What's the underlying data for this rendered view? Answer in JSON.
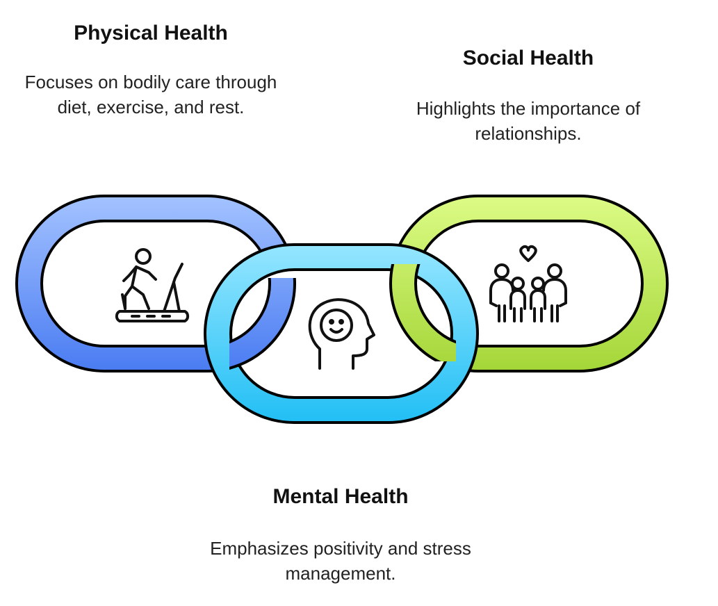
{
  "physical": {
    "title": "Physical Health",
    "description": "Focuses on bodily care through diet, exercise, and rest.",
    "icon": "treadmill-icon",
    "colors": [
      "#9bbcff",
      "#4a7cf2"
    ]
  },
  "social": {
    "title": "Social Health",
    "description": "Highlights the importance of relationships.",
    "icon": "family-heart-icon",
    "colors": [
      "#d6f97c",
      "#a7d83b"
    ]
  },
  "mental": {
    "title": "Mental Health",
    "description": "Emphasizes positivity and stress management.",
    "icon": "smiling-head-icon",
    "colors": [
      "#8fe3ff",
      "#2ec3f5"
    ]
  }
}
